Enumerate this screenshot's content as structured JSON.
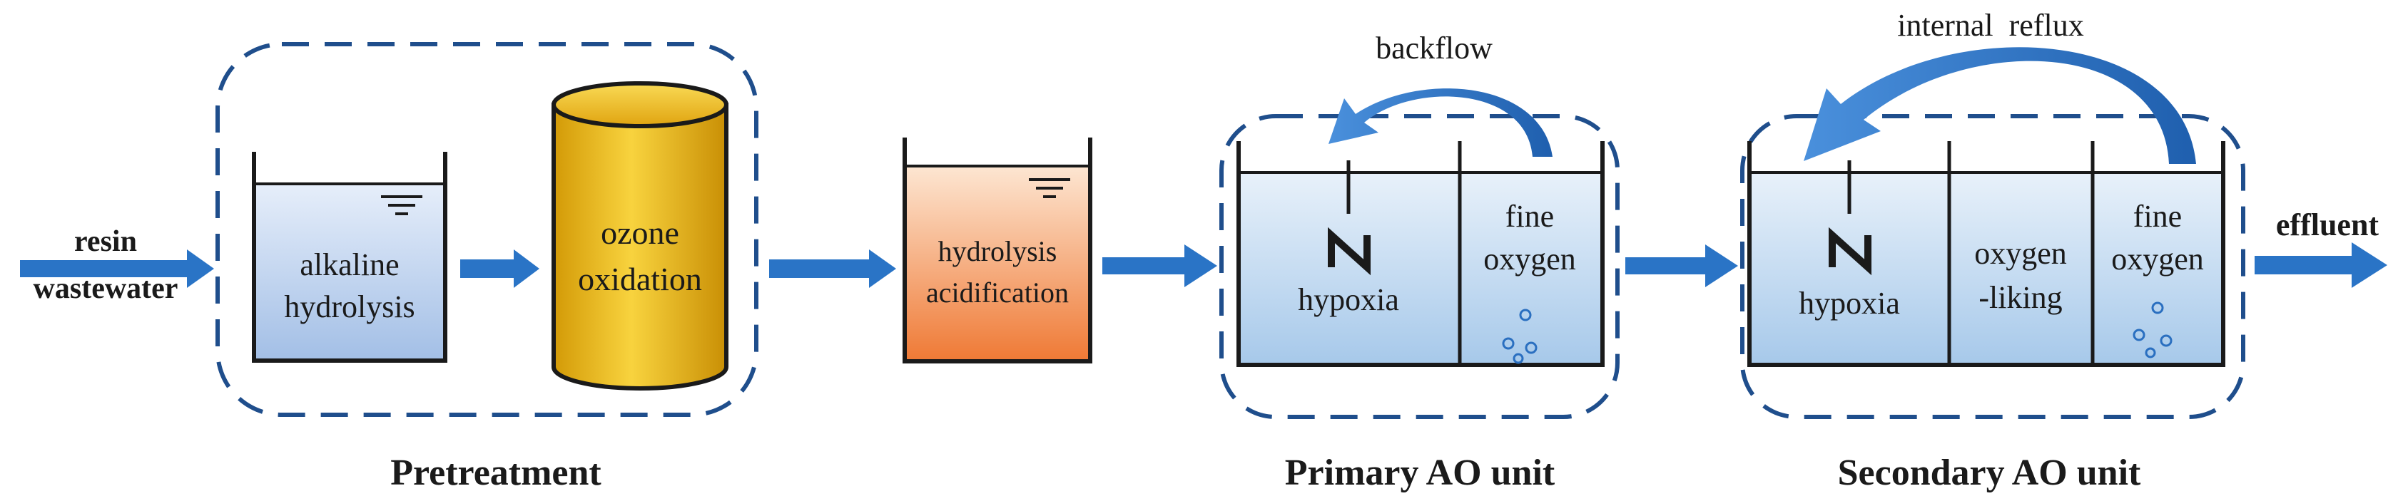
{
  "input": {
    "line1": "resin",
    "line2": "wastewater"
  },
  "output": {
    "label": "effluent"
  },
  "pretreatment": {
    "section_label": "Pretreatment",
    "alkaline_tank": {
      "line1": "alkaline",
      "line2": "hydrolysis"
    },
    "ozone_column": {
      "line1": "ozone",
      "line2": "oxidation"
    }
  },
  "hydrolysis_tank": {
    "line1": "hydrolysis",
    "line2": "acidification"
  },
  "primary_ao": {
    "section_label": "Primary AO unit",
    "backflow_label": "backflow",
    "compartments": {
      "hypoxia": "hypoxia",
      "fine_line1": "fine",
      "fine_line2": "oxygen"
    }
  },
  "secondary_ao": {
    "section_label": "Secondary AO unit",
    "reflux_label": "internal  reflux",
    "compartments": {
      "hypoxia": "hypoxia",
      "liking_line1": "oxygen",
      "liking_line2": "-liking",
      "fine_line1": "fine",
      "fine_line2": "oxygen"
    }
  },
  "colors": {
    "flow_arrow": "#2a74c6",
    "dashed_border": "#1f4e8c",
    "tank_blue_top": "#d9e6f7",
    "tank_blue_bottom": "#a9c4e8",
    "ozone_top": "#f9d94a",
    "ozone_bottom": "#d49a08",
    "acid_top": "#fde3cc",
    "acid_bottom": "#f07c3a"
  },
  "icons": {
    "water_level": "water-level-icon",
    "stirrer": "stirrer-icon",
    "bubbles": "air-bubbles-icon"
  }
}
